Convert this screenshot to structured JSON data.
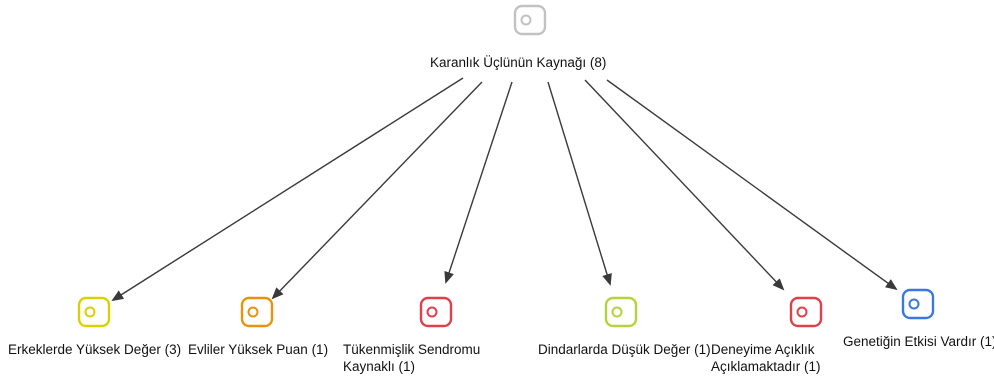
{
  "root": {
    "label": "Karanlık Üçlünün Kaynağı (8)",
    "color": "#c2c2c2"
  },
  "children": [
    {
      "label": "Erkeklerde Yüksek Değer (3)",
      "color": "#d9d100"
    },
    {
      "label": "Evliler Yüksek Puan (1)",
      "color": "#e8930c"
    },
    {
      "label": "Tükenmişlik Sendromu Kaynaklı (1)",
      "color": "#e0404c"
    },
    {
      "label": "Dindarlarda Düşük Değer (1)",
      "color": "#b5d33a"
    },
    {
      "label": "Deneyime Açıklık Açıklamaktadır (1)",
      "color": "#e0404c"
    },
    {
      "label": "Genetiğin Etkisi Vardır (1)",
      "color": "#3a78e0"
    }
  ],
  "edge_color": "#3a3a3a",
  "icon_name": "document-node-icon"
}
